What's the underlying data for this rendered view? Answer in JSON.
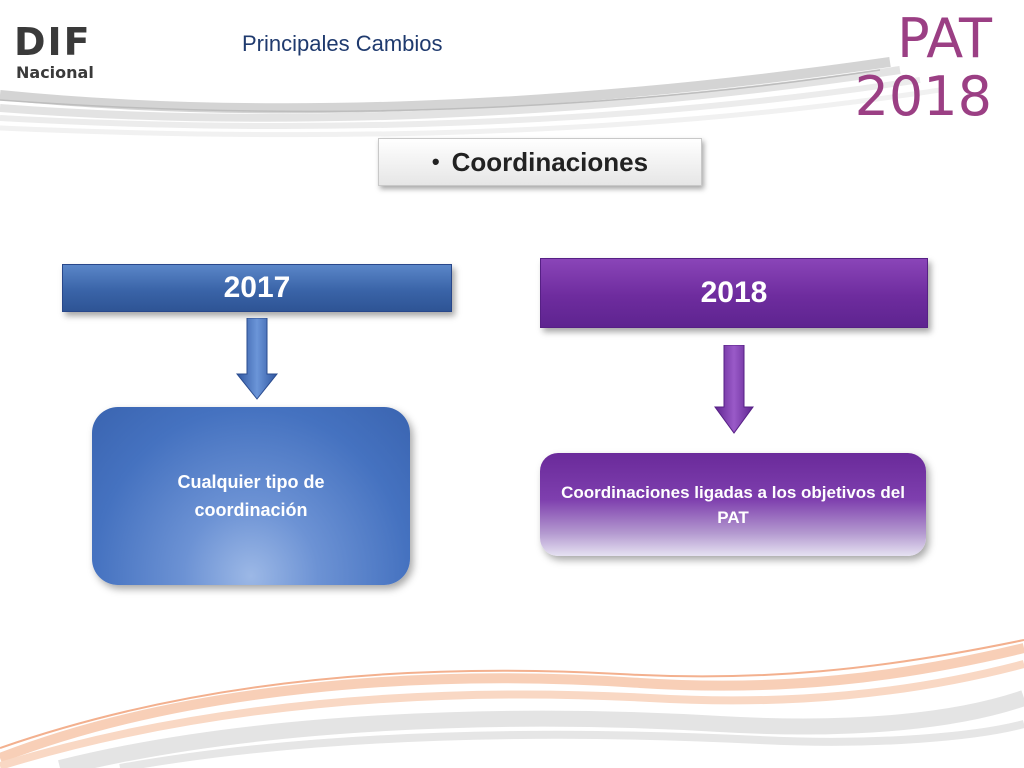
{
  "header": {
    "logo_main": "DIF",
    "logo_sub": "Nacional",
    "title": "Principales Cambios",
    "program_line1": "PAT",
    "program_line2": "2018"
  },
  "topic": {
    "bullet": "•",
    "label": "Coordinaciones"
  },
  "columns": [
    {
      "year": "2017",
      "description": "Cualquier tipo de coordinación",
      "color": "#3a64a8"
    },
    {
      "year": "2018",
      "description": "Coordinaciones ligadas a los objetivos del PAT",
      "color": "#6e2c9e"
    }
  ],
  "colors": {
    "pat_accent": "#9b3f84",
    "header_title": "#1f3a6e"
  }
}
